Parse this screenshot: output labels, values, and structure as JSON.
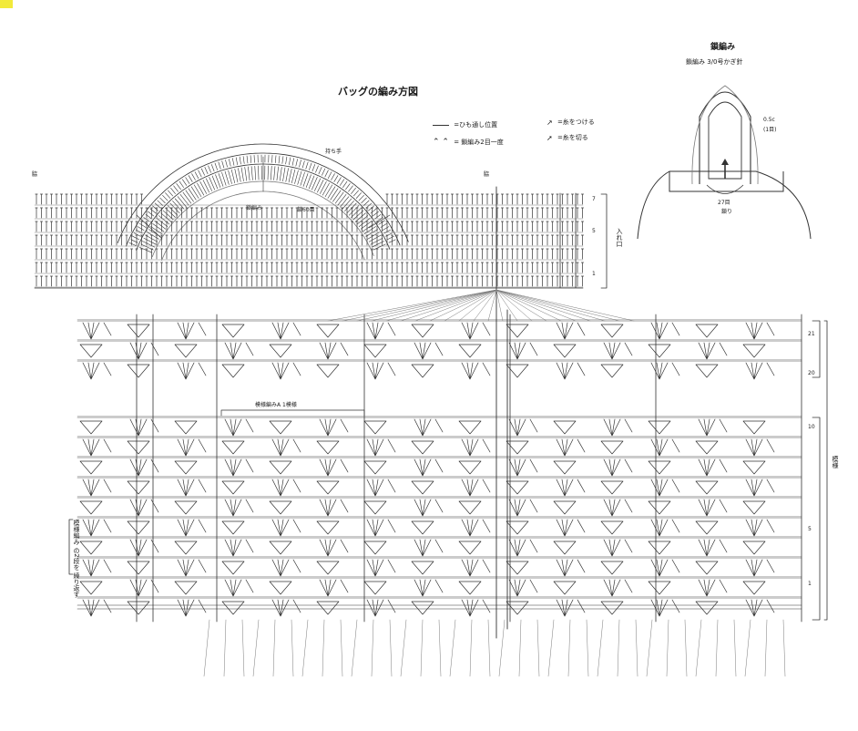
{
  "title": "バッグの編み方図",
  "legend": {
    "line_label": "=ひも通し位置",
    "dec_label": "= 鎖編み2目一度",
    "join_label": "=糸をつける",
    "cut_label": "=糸を切る"
  },
  "detail": {
    "title": "鎖編み",
    "subtitle": "鎖編み 3/0号かぎ針",
    "width_label": "0.5c",
    "width_rows": "(1目)",
    "bottom_count": "27目",
    "bottom_label": "鎖り"
  },
  "top_band": {
    "handle_label": "持ち手",
    "chain_label": "鎖編み",
    "chain_count": "鎖60目",
    "left_mark": "脇",
    "center_mark": "脇",
    "row_nums": [
      "7",
      "5",
      "1"
    ],
    "side_label": "入れ口"
  },
  "body": {
    "pattern_label": "模様編みA 1模様",
    "row_nums_top": [
      "21",
      "20"
    ],
    "row_nums_mid": [
      "10",
      "5",
      "1"
    ],
    "side_label": "模様",
    "left_note": "模様編み の2段を 繰り返す"
  },
  "colors": {
    "ink": "#333333",
    "light": "#7a7a7a",
    "accent": "#f2ea3a"
  }
}
